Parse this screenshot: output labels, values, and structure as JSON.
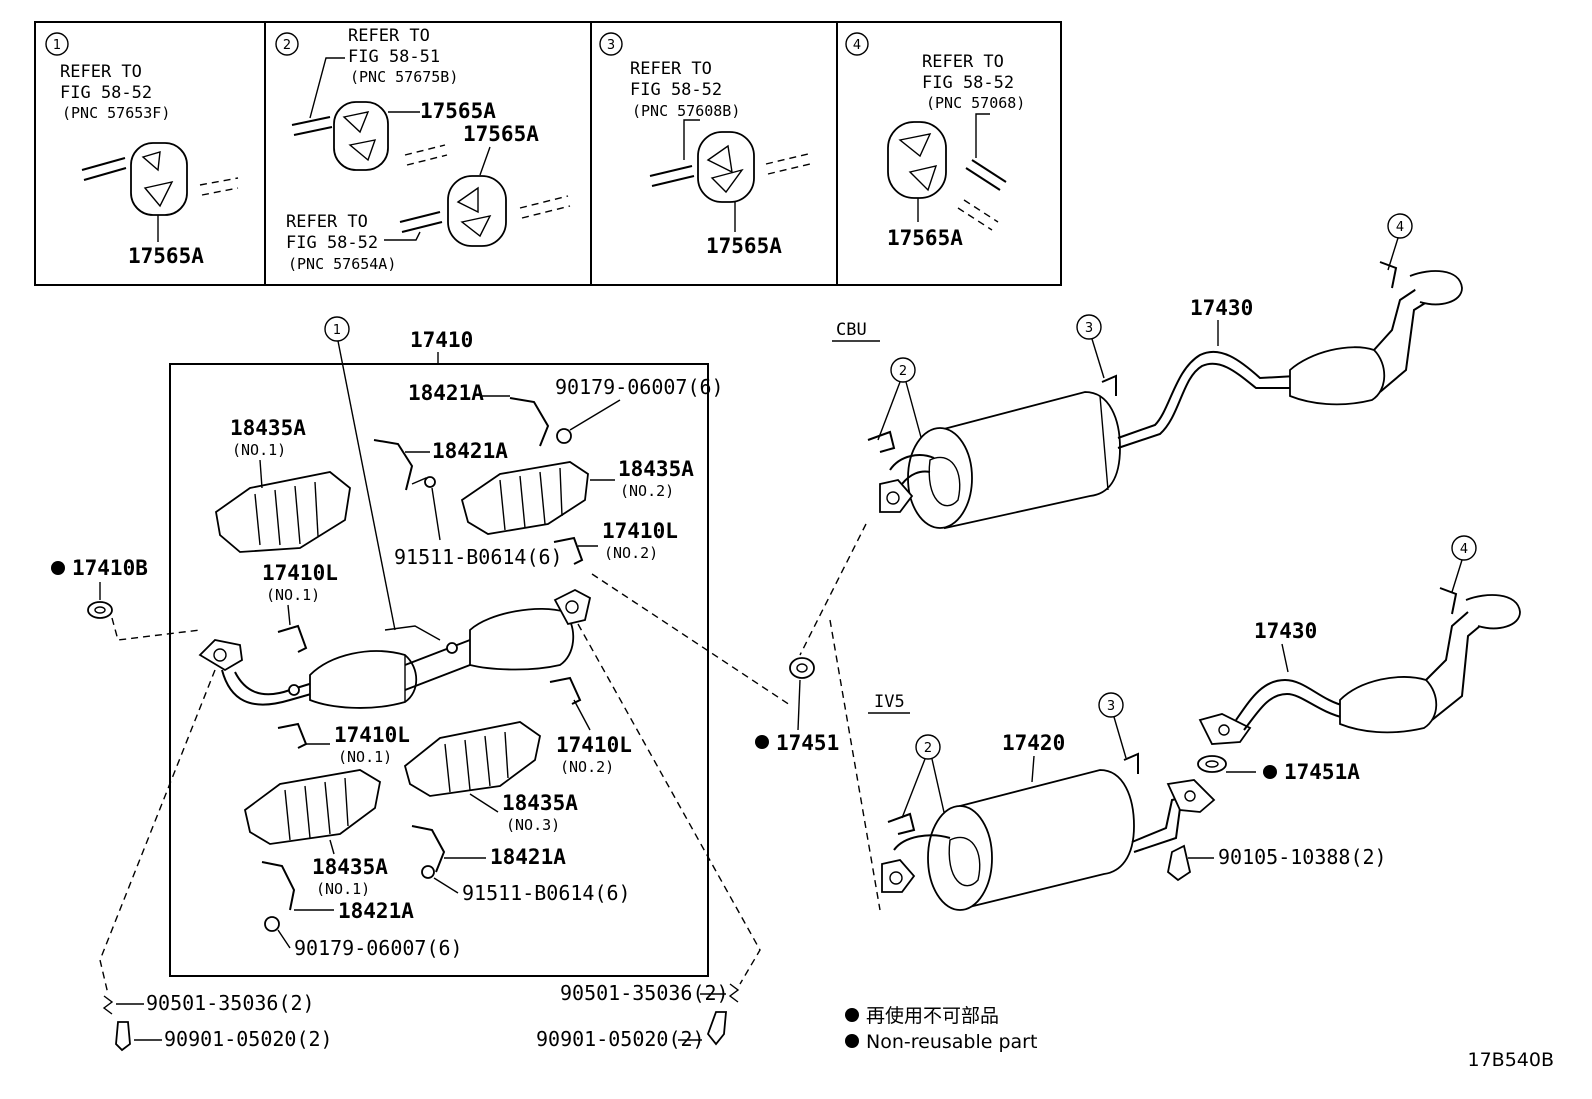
{
  "inset": {
    "box1": {
      "num": "1",
      "refer": "REFER TO",
      "fig": "FIG 58-52",
      "pnc": "(PNC 57653F)",
      "part": "17565A"
    },
    "box2": {
      "num": "2",
      "refer_a": "REFER TO",
      "fig_a": "FIG 58-51",
      "pnc_a": "(PNC 57675B)",
      "part_a": "17565A",
      "part_b": "17565A",
      "refer_b": "REFER TO",
      "fig_b": "FIG 58-52",
      "pnc_b": "(PNC 57654A)"
    },
    "box3": {
      "num": "3",
      "refer": "REFER TO",
      "fig": "FIG 58-52",
      "pnc": "(PNC 57608B)",
      "part": "17565A"
    },
    "box4": {
      "num": "4",
      "refer": "REFER TO",
      "fig": "FIG 58-52",
      "pnc": "(PNC 57068)",
      "part": "17565A"
    }
  },
  "main": {
    "assy": "17410",
    "callout1": "1",
    "p17410b": "17410B",
    "p18435a_1_top": "18435A",
    "no1_top": "(NO.1)",
    "p17410l_1_top": "17410L",
    "no1_l": "(NO.1)",
    "p18421a_a": "18421A",
    "p90179_top": "90179-06007(6)",
    "p18421a_b": "18421A",
    "p18435a_2": "18435A",
    "no2_a": "(NO.2)",
    "p91511_top": "91511-B0614(6)",
    "p17410l_2_top": "17410L",
    "no2_b": "(NO.2)",
    "p17410l_1_bot": "17410L",
    "no1_c": "(NO.1)",
    "p17410l_2_bot": "17410L",
    "no2_c": "(NO.2)",
    "p18435a_3": "18435A",
    "no3": "(NO.3)",
    "p18435a_1_bot": "18435A",
    "no1_d": "(NO.1)",
    "p18421a_c": "18421A",
    "p91511_bot": "91511-B0614(6)",
    "p18421a_d": "18421A",
    "p90179_bot": "90179-06007(6)",
    "p90501_l": "90501-35036(2)",
    "p90901_l": "90901-05020(2)",
    "p90501_r": "90501-35036(2)",
    "p90901_r": "90901-05020(2)",
    "p17451": "17451"
  },
  "cbu": {
    "label": "CBU",
    "c2": "2",
    "c3": "3",
    "c4": "4",
    "p17430": "17430"
  },
  "iv5": {
    "label": "IV5",
    "c2": "2",
    "c3": "3",
    "c4": "4",
    "p17420": "17420",
    "p17430": "17430",
    "p17451a": "17451A",
    "p90105": "90105-10388(2)"
  },
  "legend": {
    "jp": "再使用不可部品",
    "en": "Non-reusable part"
  },
  "code": "17B540B"
}
